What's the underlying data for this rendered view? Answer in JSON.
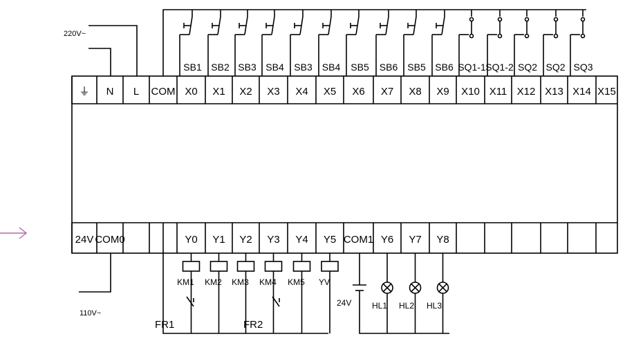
{
  "supply_top": "220V~",
  "supply_bottom": "110V~",
  "terminals_top": [
    "⏚",
    "N",
    "L",
    "COM",
    "X0",
    "X1",
    "X2",
    "X3",
    "X4",
    "X5",
    "X6",
    "X7",
    "X8",
    "X9",
    "X10",
    "X11",
    "X12",
    "X13",
    "X14",
    "X15"
  ],
  "terminals_bottom": [
    "24V",
    "COM0",
    "",
    "",
    "Y0",
    "Y1",
    "Y2",
    "Y3",
    "Y4",
    "Y5",
    "COM1",
    "Y6",
    "Y7",
    "Y8",
    "",
    "",
    "",
    "",
    "",
    ""
  ],
  "input_devices": [
    "SB1",
    "SB2",
    "SB3",
    "SB4",
    "SB3",
    "SB4",
    "SB5",
    "SB6",
    "SB5",
    "SB6",
    "SQ1-1",
    "SQ1-2",
    "SQ2",
    "SQ2",
    "SQ3"
  ],
  "output_devices": [
    "KM1",
    "KM2",
    "KM3",
    "KM4",
    "KM5",
    "YV"
  ],
  "overloads": [
    "FR1",
    "FR2"
  ],
  "dc_source": "24V",
  "lamps": [
    "HL1",
    "HL2",
    "HL3"
  ]
}
